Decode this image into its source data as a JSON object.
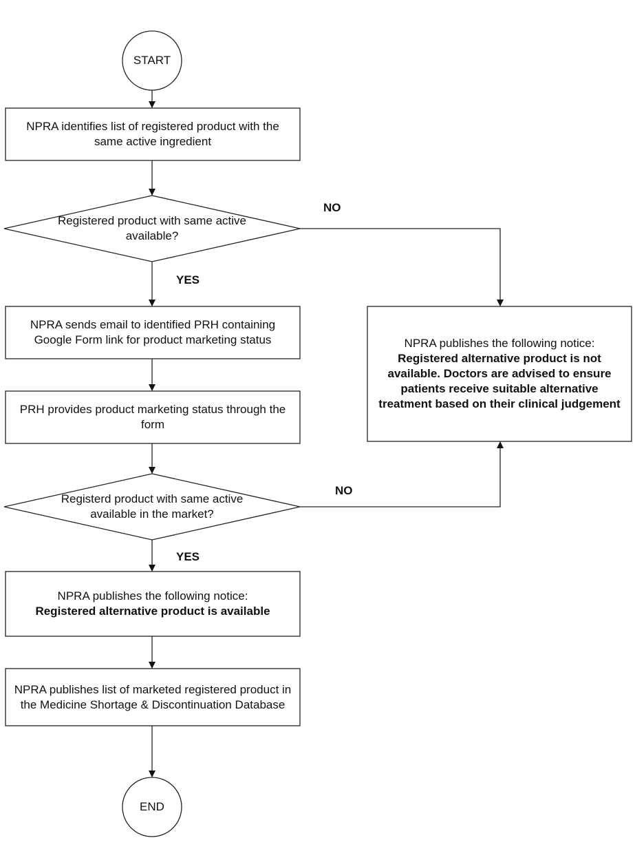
{
  "flowchart": {
    "start": "START",
    "end": "END",
    "step_identify": "NPRA identifies list of registered product with the same active ingredient",
    "decision_available": "Registered product with same active available?",
    "label_no_1": "NO",
    "label_yes_1": "YES",
    "step_send_email": "NPRA sends email to identified PRH containing Google Form link for product marketing status",
    "step_prh_status": "PRH provides product marketing status through the form",
    "decision_market": "Registerd product with same active available in the market?",
    "label_no_2": "NO",
    "label_yes_2": "YES",
    "notice_unavailable": {
      "heading": "NPRA publishes the following notice:",
      "body": "Registered alternative product is not available. Doctors are advised to ensure patients receive suitable alternative treatment based on their clinical judgement"
    },
    "notice_available": {
      "heading": "NPRA publishes the following notice:",
      "body": "Registered alternative product is available"
    },
    "step_publish_list": "NPRA publishes list of marketed registered product in the Medicine Shortage & Discontinuation Database"
  }
}
